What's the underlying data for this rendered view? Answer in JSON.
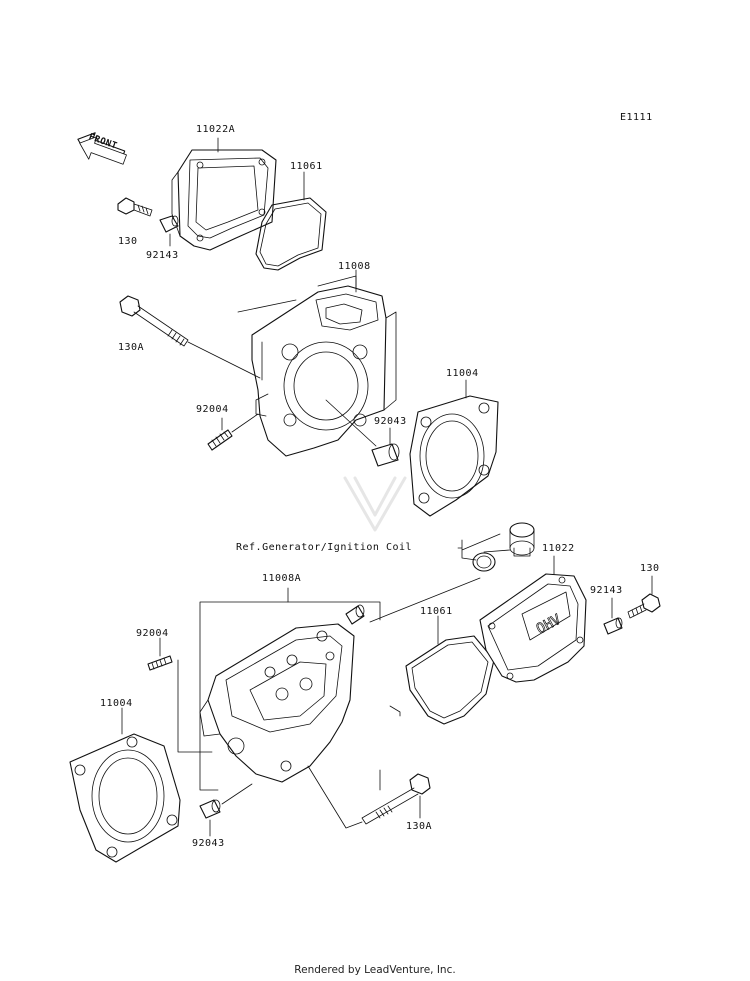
{
  "diagram_id": "E1111",
  "front_label": "FRONT",
  "reference_note": "Ref.Generator/Ignition Coil",
  "footer": "Rendered by LeadVenture, Inc.",
  "upper_group": {
    "head_cover_rear": "11022A",
    "gasket_rear": "11061",
    "bolt_small": "130",
    "pin_rear": "92143",
    "cylinder_head_rear": "11008",
    "bolt_long": "130A",
    "stud_rear": "92004",
    "dowel_rear": "92043",
    "head_gasket_rear": "11004"
  },
  "lower_group": {
    "cylinder_head_front": "11008A",
    "stud_front": "92004",
    "head_gasket_front": "11004",
    "dowel_front": "92043",
    "gasket_front": "11061",
    "head_cover_front": "11022",
    "pin_front": "92143",
    "bolt_small": "130",
    "bolt_long": "130A"
  },
  "cover_marking": "OHV"
}
